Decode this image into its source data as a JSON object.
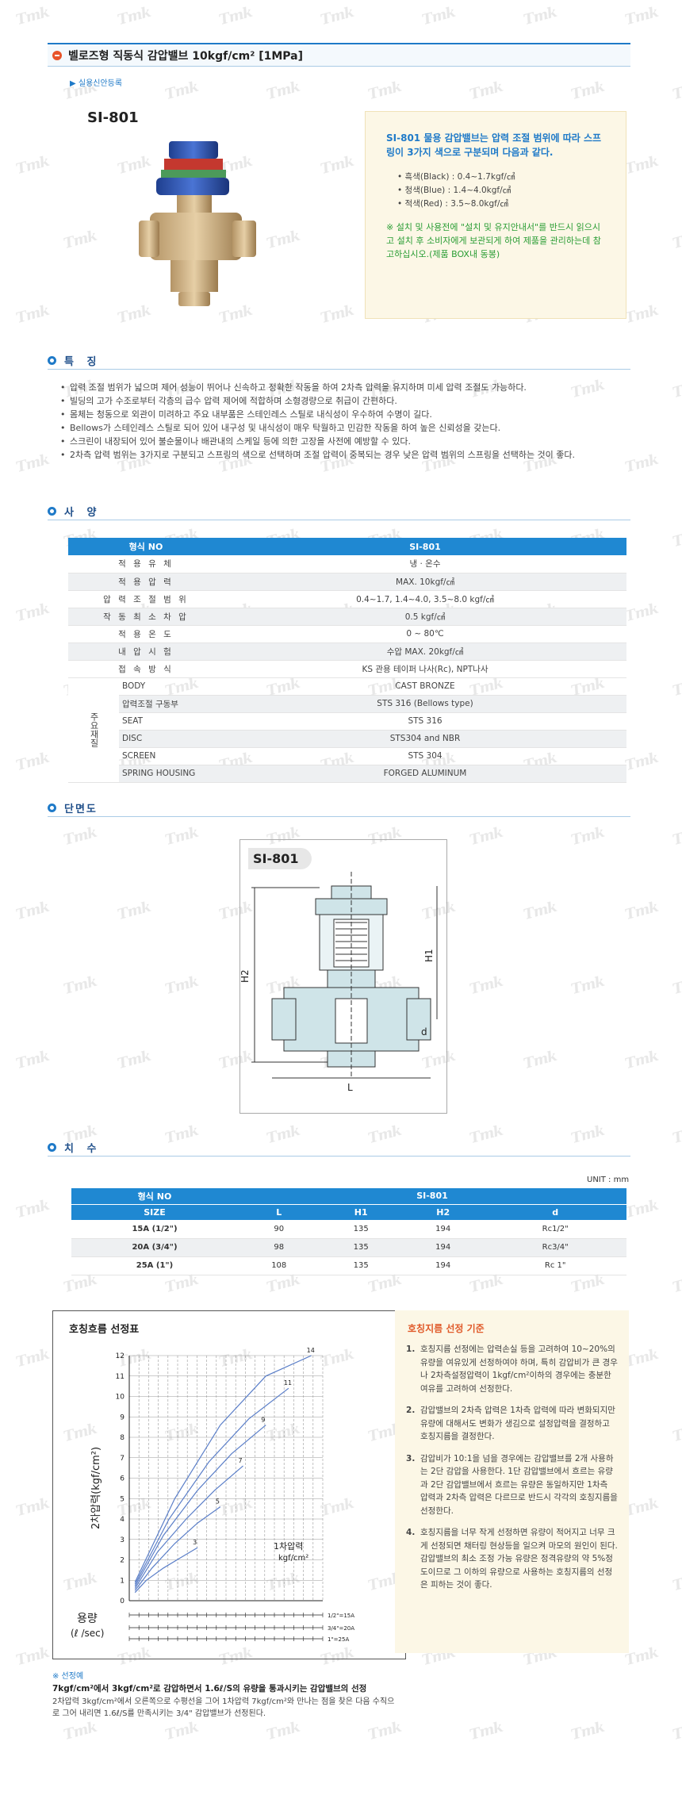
{
  "page": {
    "title": "벨로즈형 직동식 감압밸브 10kgf/cm² [1MPa]",
    "tag": "▶ 실용신안등록",
    "watermark": "Tmk"
  },
  "product": {
    "model": "SI-801",
    "lead": "SI-801 물용 감압밸브는 압력 조절 범위에 따라 스프링이 3가지 색으로 구분되며 다음과 같다.",
    "springs": [
      "흑색(Black) : 0.4~1.7kgf/㎠",
      "청색(Blue) : 1.4~4.0kgf/㎠",
      "적색(Red) : 3.5~8.0kgf/㎠"
    ],
    "note": "※ 설치 및 사용전에 \"설치 및 유지안내서\"를 반드시 읽으시고 설치 후 소비자에게 보관되게 하여 제품을 관리하는데 참고하십시오.(제품 BOX내 동봉)"
  },
  "sections": {
    "features": "특 징",
    "spec": "사 양",
    "drawing": "단면도",
    "dimensions": "치 수"
  },
  "features": [
    "압력 조절 범위가 넓으며 제어 성능이 뛰어나 신속하고 정확한 작동을 하여 2차측 압력을 유지하며 미세 압력 조절도 가능하다.",
    "빌딩의 고가 수조로부터 각층의 급수 압력 제어에 적합하며 소형경량으로 취급이 간편하다.",
    "몸체는 청동으로 외관이 미려하고 주요 내부품은 스테인레스 스틸로 내식성이 우수하여 수명이 길다.",
    "Bellows가 스테인레스 스틸로 되어 있어 내구성 및 내식성이 매우 탁월하고 민감한 작동을 하여 높은 신뢰성을 갖는다.",
    "스크린이 내장되어 있어 불순물이나 배관내의 스케일 등에 의한 고장을 사전에 예방할 수 있다.",
    "2차측 압력 범위는 3가지로 구분되고 스프링의 색으로 선택하며 조절 압력이 중복되는 경우 낮은 압력 범위의 스프링을 선택하는 것이 좋다."
  ],
  "spec": {
    "header": [
      "형식 NO",
      "SI-801"
    ],
    "rows": [
      [
        "적 용 유 체",
        "냉 · 온수"
      ],
      [
        "적 용 압 력",
        "MAX. 10kgf/㎠"
      ],
      [
        "압 력 조 절 범 위",
        "0.4~1.7, 1.4~4.0, 3.5~8.0 kgf/㎠"
      ],
      [
        "작 동 최 소 차 압",
        "0.5 kgf/㎠"
      ],
      [
        "적 용 온 도",
        "0 ~ 80℃"
      ],
      [
        "내 압 시 험",
        "수압 MAX. 20kgf/㎠"
      ],
      [
        "접 속 방 식",
        "KS 관용 테이퍼 나사(Rc), NPT나사"
      ]
    ],
    "material_group": "주요재질",
    "materials": [
      [
        "BODY",
        "CAST BRONZE"
      ],
      [
        "압력조절 구동부",
        "STS 316 (Bellows type)"
      ],
      [
        "SEAT",
        "STS 316"
      ],
      [
        "DISC",
        "STS304 and NBR"
      ],
      [
        "SCREEN",
        "STS 304"
      ],
      [
        "SPRING HOUSING",
        "FORGED ALUMINUM"
      ]
    ]
  },
  "drawing": {
    "label": "SI-801",
    "dims": [
      "H1",
      "H2",
      "L",
      "d"
    ]
  },
  "dimensions": {
    "unit": "UNIT : mm",
    "header1": [
      "형식 NO",
      "SI-801"
    ],
    "header2": [
      "SIZE",
      "L",
      "H1",
      "H2",
      "d"
    ],
    "rows": [
      [
        "15A (1/2\")",
        "90",
        "135",
        "194",
        "Rc1/2\""
      ],
      [
        "20A (3/4\")",
        "98",
        "135",
        "194",
        "Rc3/4\""
      ],
      [
        "25A (1\")",
        "108",
        "135",
        "194",
        "Rc 1\""
      ]
    ]
  },
  "chart": {
    "title": "호칭흐름 선정표",
    "ylabel": "2차압력(kgf/cm²)",
    "xlabel_1": "용량",
    "xlabel_2": "(ℓ /sec)",
    "curve_label_1": "1차압력",
    "curve_label_2": "kgf/cm²",
    "size_labels": [
      "1/2\"=15A",
      "3/4\"=20A",
      "1\"=25A"
    ]
  },
  "chart_data": {
    "type": "line",
    "title": "호칭흐름 선정표",
    "xlabel": "용량 (ℓ /sec)",
    "ylabel": "2차압력(kgf/cm²)",
    "ylim": [
      0,
      12
    ],
    "y_ticks": [
      0,
      1,
      2,
      3,
      4,
      5,
      6,
      7,
      8,
      9,
      10,
      11,
      12
    ],
    "series": [
      {
        "name": "3",
        "x": [
          0.1,
          0.3,
          0.6,
          0.9,
          1.2
        ],
        "y": [
          0.4,
          1.0,
          1.6,
          2.1,
          2.6
        ]
      },
      {
        "name": "5",
        "x": [
          0.1,
          0.4,
          0.8,
          1.2,
          1.6
        ],
        "y": [
          0.5,
          1.6,
          2.8,
          3.8,
          4.6
        ]
      },
      {
        "name": "7",
        "x": [
          0.1,
          0.5,
          1.0,
          1.5,
          2.0
        ],
        "y": [
          0.6,
          2.4,
          4.0,
          5.4,
          6.6
        ]
      },
      {
        "name": "9",
        "x": [
          0.1,
          0.6,
          1.2,
          1.8,
          2.4
        ],
        "y": [
          0.7,
          3.2,
          5.4,
          7.2,
          8.6
        ]
      },
      {
        "name": "11",
        "x": [
          0.1,
          0.7,
          1.4,
          2.1,
          2.8
        ],
        "y": [
          0.8,
          4.0,
          6.8,
          8.9,
          10.4
        ]
      },
      {
        "name": "14",
        "x": [
          0.1,
          0.8,
          1.6,
          2.4,
          3.2
        ],
        "y": [
          0.9,
          5.0,
          8.6,
          11.0,
          12.0
        ]
      }
    ],
    "grid": true
  },
  "guide": {
    "title": "호칭지름 선정 기준",
    "items": [
      "호칭지름 선정에는 압력손실 등을 고려하여 10~20%의 유량을 여유있게 선정하여야 하며, 특히 감압비가 큰 경우나 2차측설정압력이 1kgf/cm²이하의 경우에는 충분한 여유를 고려하여 선정한다.",
      "감압밸브의 2차측 압력은 1차측 압력에 따라 변화되지만 유량에 대해서도 변화가 생김으로 설정압력을 결정하고 호칭지름을 결정한다.",
      "감압비가 10:1을 넘을 경우에는 감압밸브를 2개 사용하는 2단 감압을 사용한다. 1단 감압밸브에서 흐르는 유량과 2단 감압밸브에서 흐르는 유량은 동일하지만 1차측 압력과 2차측 압력은 다르므로 반드시 각각의 호칭지름을 선정한다.",
      "호칭지름을 너무 작게 선정하면 유량이 적어지고 너무 크게 선정되면 채터링 현상등을 일으켜 마모의 원인이 된다. 감압밸브의 최소 조정 가능 유량은 정격유량의 약 5%정도이므로 그 이하의 유량으로 사용하는 호칭지름의 선정은 피하는 것이 좋다."
    ]
  },
  "example": {
    "label": "※ 선정예",
    "bold": "7kgf/cm²에서 3kgf/cm²로 감압하면서 1.6ℓ/S의 유량을 통과시키는 감압밸브의 선정",
    "text": "2차압력 3kgf/cm²에서 오른쪽으로 수평선을 그어 1차압력 7kgf/cm²와 만나는 점을 찾은 다음 수직으로 그어 내리면 1.6ℓ/S를 만족시키는 3/4\" 감압밸브가 선정된다."
  },
  "colors": {
    "accent": "#1f88d2",
    "title_dot": "#e8542a",
    "note_green": "#2a9d34",
    "box_bg": "#fcf7e6"
  }
}
